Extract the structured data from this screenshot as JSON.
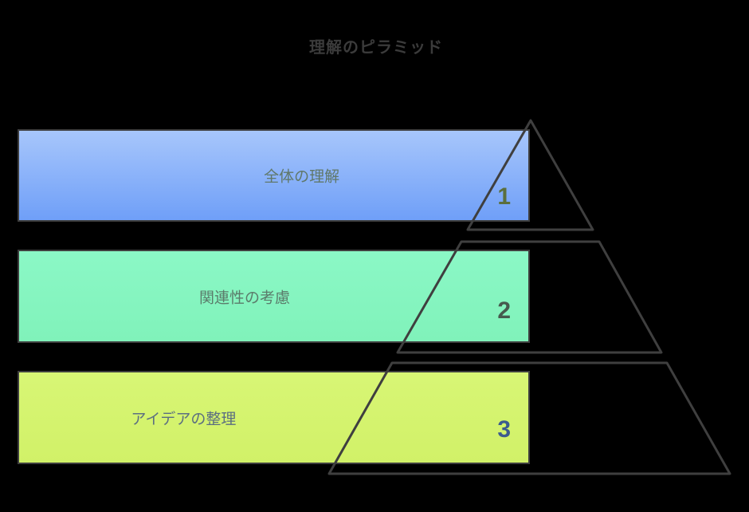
{
  "title": "理解のピラミッド",
  "background_color": "#000000",
  "title_color": "#3b3b3b",
  "outline_color": "#3f3f3f",
  "bar_border_color": "#3f3f3f",
  "levels": [
    {
      "number": "1",
      "label": "全体の理解",
      "fill_top": "#a7c6fb",
      "fill_bottom": "#6f9ff8",
      "label_color": "#60786a",
      "number_color": "#5b6f3d"
    },
    {
      "number": "2",
      "label": "関連性の考慮",
      "fill_top": "#8bf8c6",
      "fill_bottom": "#80f2ba",
      "label_color": "#5b7c6b",
      "number_color": "#465a4e"
    },
    {
      "number": "3",
      "label": "アイデアの整理",
      "fill_top": "#d8f675",
      "fill_bottom": "#d1f168",
      "label_color": "#5c6f81",
      "number_color": "#3c5b8e"
    }
  ]
}
